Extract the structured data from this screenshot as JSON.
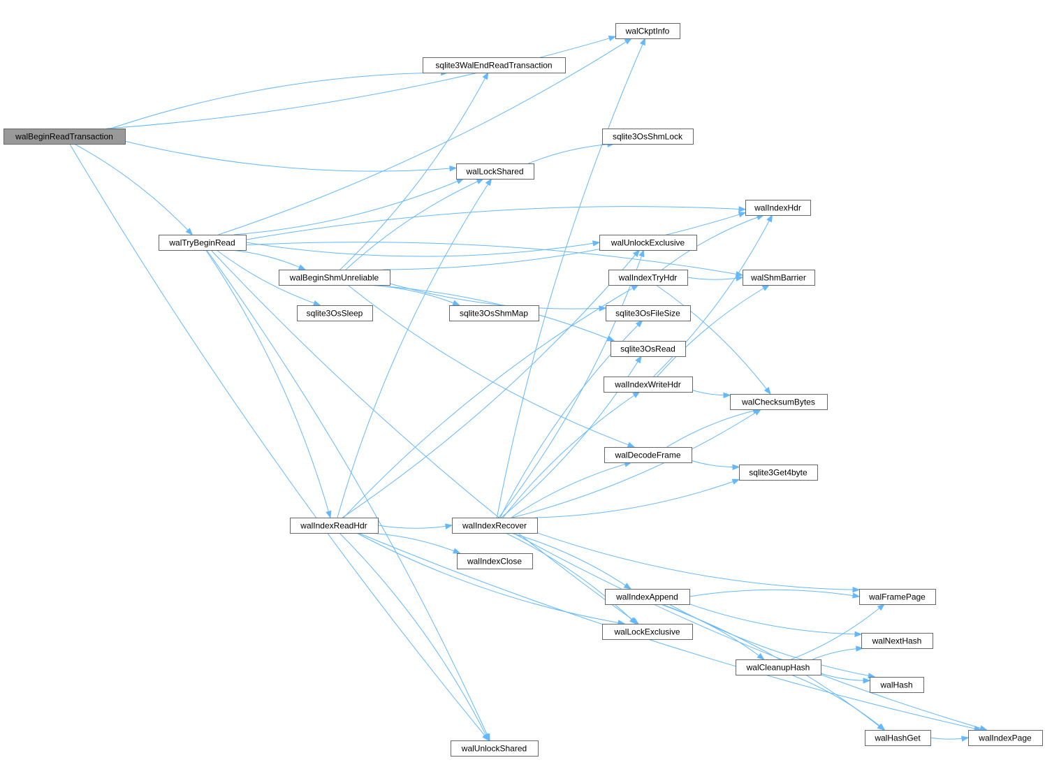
{
  "diagram": {
    "root": "walBeginReadTransaction",
    "nodes": [
      {
        "id": "walBeginReadTransaction",
        "label": "walBeginReadTransaction",
        "root": true
      },
      {
        "id": "walCkptInfo",
        "label": "walCkptInfo"
      },
      {
        "id": "sqlite3WalEndReadTransaction",
        "label": "sqlite3WalEndReadTransaction"
      },
      {
        "id": "sqlite3OsShmLock",
        "label": "sqlite3OsShmLock"
      },
      {
        "id": "walLockShared",
        "label": "walLockShared"
      },
      {
        "id": "walIndexHdr",
        "label": "walIndexHdr"
      },
      {
        "id": "walTryBeginRead",
        "label": "walTryBeginRead"
      },
      {
        "id": "walUnlockExclusive",
        "label": "walUnlockExclusive"
      },
      {
        "id": "walBeginShmUnreliable",
        "label": "walBeginShmUnreliable"
      },
      {
        "id": "walIndexTryHdr",
        "label": "walIndexTryHdr"
      },
      {
        "id": "walShmBarrier",
        "label": "walShmBarrier"
      },
      {
        "id": "sqlite3OsSleep",
        "label": "sqlite3OsSleep"
      },
      {
        "id": "sqlite3OsShmMap",
        "label": "sqlite3OsShmMap"
      },
      {
        "id": "sqlite3OsFileSize",
        "label": "sqlite3OsFileSize"
      },
      {
        "id": "sqlite3OsRead",
        "label": "sqlite3OsRead"
      },
      {
        "id": "walIndexWriteHdr",
        "label": "walIndexWriteHdr"
      },
      {
        "id": "walChecksumBytes",
        "label": "walChecksumBytes"
      },
      {
        "id": "walDecodeFrame",
        "label": "walDecodeFrame"
      },
      {
        "id": "sqlite3Get4byte",
        "label": "sqlite3Get4byte"
      },
      {
        "id": "walIndexReadHdr",
        "label": "walIndexReadHdr"
      },
      {
        "id": "walIndexRecover",
        "label": "walIndexRecover"
      },
      {
        "id": "walIndexClose",
        "label": "walIndexClose"
      },
      {
        "id": "walIndexAppend",
        "label": "walIndexAppend"
      },
      {
        "id": "walFramePage",
        "label": "walFramePage"
      },
      {
        "id": "walLockExclusive",
        "label": "walLockExclusive"
      },
      {
        "id": "walNextHash",
        "label": "walNextHash"
      },
      {
        "id": "walCleanupHash",
        "label": "walCleanupHash"
      },
      {
        "id": "walHash",
        "label": "walHash"
      },
      {
        "id": "walHashGet",
        "label": "walHashGet"
      },
      {
        "id": "walIndexPage",
        "label": "walIndexPage"
      },
      {
        "id": "walUnlockShared",
        "label": "walUnlockShared"
      }
    ],
    "edges": [
      [
        "walBeginReadTransaction",
        "walCkptInfo"
      ],
      [
        "walBeginReadTransaction",
        "sqlite3WalEndReadTransaction"
      ],
      [
        "walBeginReadTransaction",
        "walLockShared"
      ],
      [
        "walBeginReadTransaction",
        "walTryBeginRead"
      ],
      [
        "walBeginReadTransaction",
        "walUnlockShared"
      ],
      [
        "walLockShared",
        "sqlite3OsShmLock"
      ],
      [
        "walTryBeginRead",
        "walCkptInfo"
      ],
      [
        "walTryBeginRead",
        "walIndexHdr"
      ],
      [
        "walTryBeginRead",
        "walLockShared"
      ],
      [
        "walTryBeginRead",
        "walShmBarrier"
      ],
      [
        "walTryBeginRead",
        "walUnlockExclusive"
      ],
      [
        "walTryBeginRead",
        "walBeginShmUnreliable"
      ],
      [
        "walTryBeginRead",
        "sqlite3OsSleep"
      ],
      [
        "walTryBeginRead",
        "walIndexReadHdr"
      ],
      [
        "walTryBeginRead",
        "walLockExclusive"
      ],
      [
        "walTryBeginRead",
        "walUnlockShared"
      ],
      [
        "walBeginShmUnreliable",
        "sqlite3WalEndReadTransaction"
      ],
      [
        "walBeginShmUnreliable",
        "walLockShared"
      ],
      [
        "walBeginShmUnreliable",
        "walIndexHdr"
      ],
      [
        "walBeginShmUnreliable",
        "sqlite3OsShmMap"
      ],
      [
        "walBeginShmUnreliable",
        "sqlite3OsFileSize"
      ],
      [
        "walBeginShmUnreliable",
        "sqlite3OsRead"
      ],
      [
        "walBeginShmUnreliable",
        "walDecodeFrame"
      ],
      [
        "walIndexTryHdr",
        "walIndexHdr"
      ],
      [
        "walIndexTryHdr",
        "walShmBarrier"
      ],
      [
        "walIndexTryHdr",
        "walChecksumBytes"
      ],
      [
        "walIndexWriteHdr",
        "walIndexHdr"
      ],
      [
        "walIndexWriteHdr",
        "walShmBarrier"
      ],
      [
        "walIndexWriteHdr",
        "walChecksumBytes"
      ],
      [
        "walDecodeFrame",
        "walChecksumBytes"
      ],
      [
        "walDecodeFrame",
        "sqlite3Get4byte"
      ],
      [
        "walIndexReadHdr",
        "walLockShared"
      ],
      [
        "walIndexReadHdr",
        "walUnlockExclusive"
      ],
      [
        "walIndexReadHdr",
        "walIndexTryHdr"
      ],
      [
        "walIndexReadHdr",
        "walIndexRecover"
      ],
      [
        "walIndexReadHdr",
        "walIndexClose"
      ],
      [
        "walIndexReadHdr",
        "walLockExclusive"
      ],
      [
        "walIndexReadHdr",
        "walUnlockShared"
      ],
      [
        "walIndexReadHdr",
        "walIndexPage"
      ],
      [
        "walIndexRecover",
        "walCkptInfo"
      ],
      [
        "walIndexRecover",
        "walUnlockExclusive"
      ],
      [
        "walIndexRecover",
        "sqlite3OsFileSize"
      ],
      [
        "walIndexRecover",
        "sqlite3OsRead"
      ],
      [
        "walIndexRecover",
        "walIndexWriteHdr"
      ],
      [
        "walIndexRecover",
        "walChecksumBytes"
      ],
      [
        "walIndexRecover",
        "walDecodeFrame"
      ],
      [
        "walIndexRecover",
        "sqlite3Get4byte"
      ],
      [
        "walIndexRecover",
        "walIndexAppend"
      ],
      [
        "walIndexRecover",
        "walFramePage"
      ],
      [
        "walIndexRecover",
        "walLockExclusive"
      ],
      [
        "walIndexRecover",
        "walIndexPage"
      ],
      [
        "walIndexAppend",
        "walFramePage"
      ],
      [
        "walIndexAppend",
        "walNextHash"
      ],
      [
        "walIndexAppend",
        "walCleanupHash"
      ],
      [
        "walIndexAppend",
        "walHash"
      ],
      [
        "walIndexAppend",
        "walHashGet"
      ],
      [
        "walCleanupHash",
        "walFramePage"
      ],
      [
        "walCleanupHash",
        "walNextHash"
      ],
      [
        "walCleanupHash",
        "walHash"
      ],
      [
        "walCleanupHash",
        "walHashGet"
      ],
      [
        "walHashGet",
        "walIndexPage"
      ]
    ],
    "colors": {
      "edge": "#63b8ff",
      "node_border": "#666666",
      "node_fill": "#ffffff",
      "root_fill": "#999999"
    }
  }
}
